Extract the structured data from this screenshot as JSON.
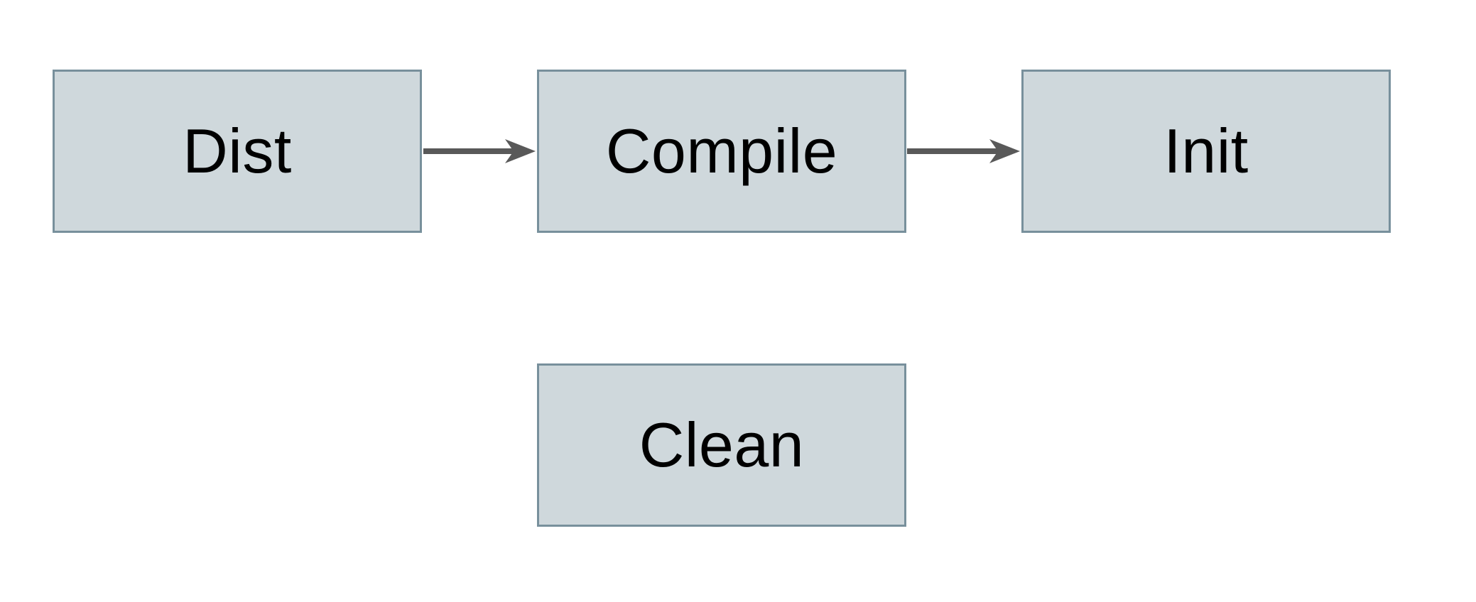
{
  "diagram": {
    "type": "flowchart",
    "background_color": "#ffffff",
    "nodes": [
      {
        "id": "dist",
        "label": "Dist"
      },
      {
        "id": "compile",
        "label": "Compile"
      },
      {
        "id": "init",
        "label": "Init"
      },
      {
        "id": "clean",
        "label": "Clean"
      }
    ],
    "edges": [
      {
        "from": "dist",
        "to": "compile",
        "direction": "right"
      },
      {
        "from": "compile",
        "to": "init",
        "direction": "right"
      }
    ],
    "colors": {
      "node_fill": "#cfd8dc",
      "node_border": "#78909c",
      "arrow": "#595959",
      "label_text": "#000000"
    }
  }
}
